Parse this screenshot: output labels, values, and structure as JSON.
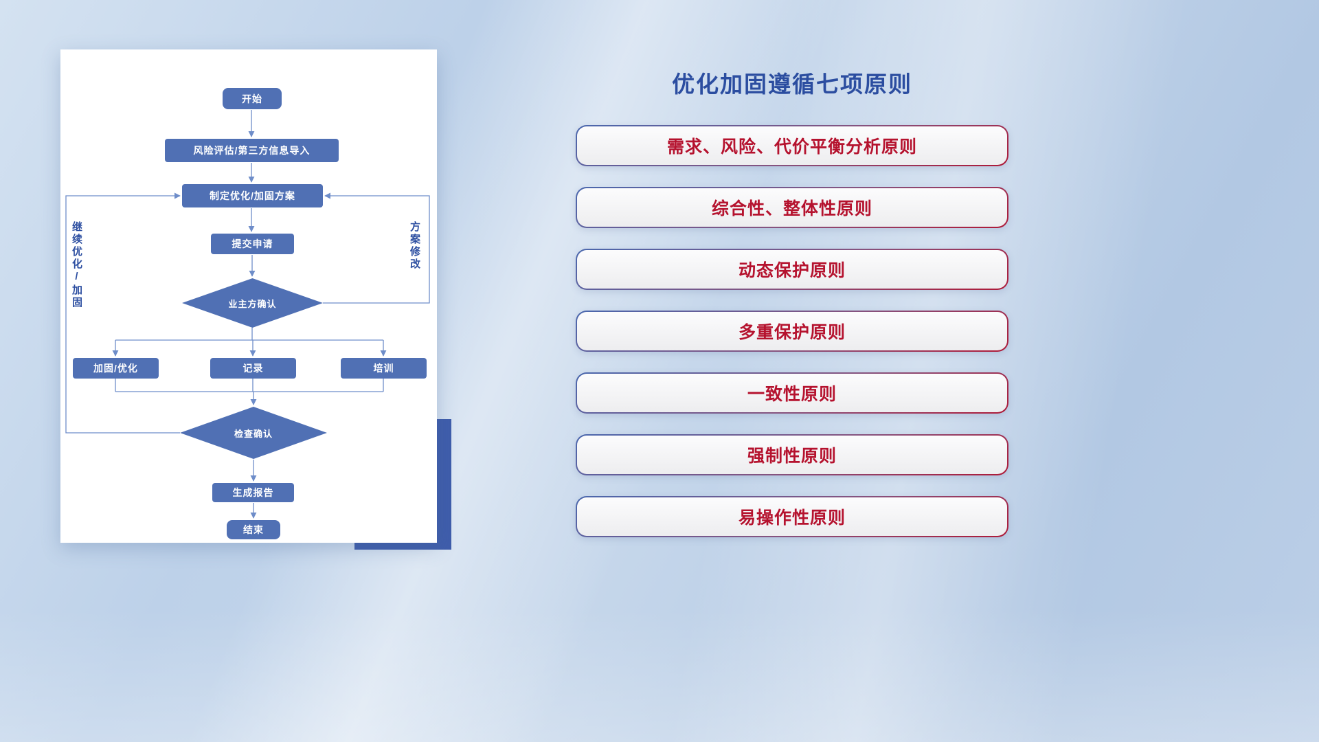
{
  "title": "优化加固遵循七项原则",
  "flowchart": {
    "nodes": {
      "start": "开始",
      "risk": "风险评估/第三方信息导入",
      "plan": "制定优化/加固方案",
      "submit": "提交申请",
      "owner_confirm": "业主方确认",
      "harden": "加固/优化",
      "record": "记录",
      "training": "培训",
      "check_confirm": "检查确认",
      "report": "生成报告",
      "end": "结束"
    },
    "labels": {
      "continue_loop": "继续优化/加固",
      "plan_revision": "方案修改"
    }
  },
  "principles": [
    "需求、风险、代价平衡分析原则",
    "综合性、整体性原则",
    "动态保护原则",
    "多重保护原则",
    "一致性原则",
    "强制性原则",
    "易操作性原则"
  ],
  "colors": {
    "node_blue": "#5070b4",
    "connector_blue": "#6e8dc9",
    "accent_block_blue": "#3f5dab",
    "title_blue": "#2b4da0",
    "principle_red": "#b5122e"
  }
}
